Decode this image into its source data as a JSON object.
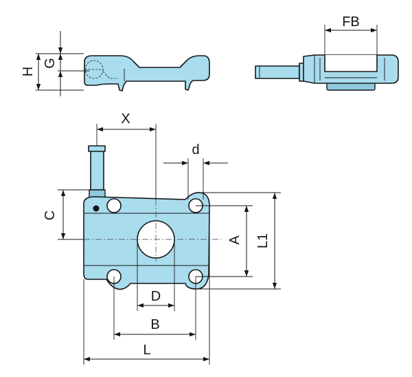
{
  "labels": {
    "H": "H",
    "G": "G",
    "FB": "FB",
    "X": "X",
    "d": "d",
    "C": "C",
    "A": "A",
    "L1": "L1",
    "D": "D",
    "B": "B",
    "L": "L"
  },
  "colors": {
    "part_fill": "#a9dcec",
    "outline": "#14161a"
  }
}
